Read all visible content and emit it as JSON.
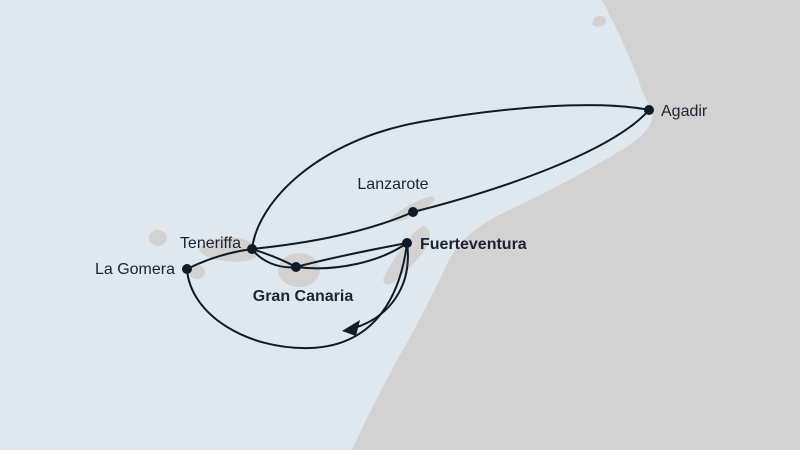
{
  "map": {
    "ports": [
      {
        "name": "Agadir",
        "emphasis": "normal"
      },
      {
        "name": "Lanzarote",
        "emphasis": "normal"
      },
      {
        "name": "Teneriffa",
        "emphasis": "normal"
      },
      {
        "name": "Fuerteventura",
        "emphasis": "bold"
      },
      {
        "name": "La Gomera",
        "emphasis": "normal"
      },
      {
        "name": "Gran Canaria",
        "emphasis": "bold"
      }
    ],
    "colors": {
      "sea": "#dfe8ee",
      "land": "#d2d2d2",
      "route": "#101b28",
      "label": "#1b2430"
    }
  }
}
